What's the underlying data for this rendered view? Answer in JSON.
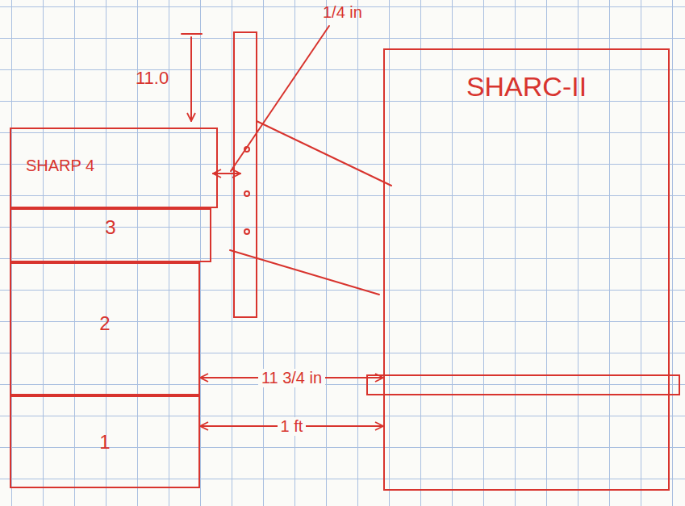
{
  "diagram": {
    "nodes": [
      {
        "text": [
          "SHARP 4"
        ]
      },
      {
        "text": [
          "3"
        ]
      },
      {
        "text": [
          "2"
        ]
      },
      {
        "text": [
          "1"
        ]
      },
      {
        "text": [
          "SHARC-II"
        ]
      }
    ],
    "edges": [
      {
        "from": 2,
        "to": 4,
        "arrow": "both",
        "label": "11 3/4 in"
      },
      {
        "from": 3,
        "to": 4,
        "arrow": "both",
        "label": "1 ft"
      }
    ],
    "labels": [
      "11.0",
      "1/4 in"
    ]
  }
}
